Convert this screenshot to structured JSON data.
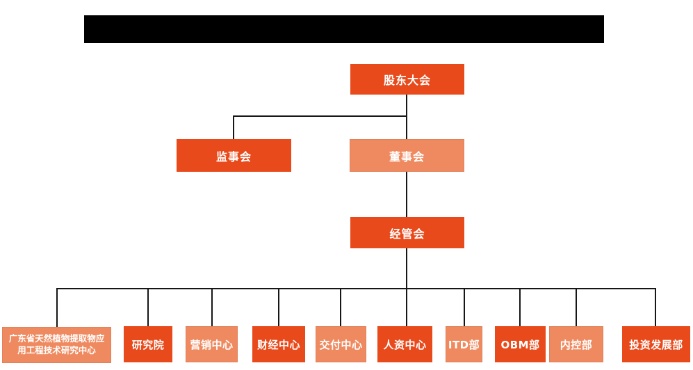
{
  "colors": {
    "dark_orange": "#E84A1B",
    "light_orange": "#EF8A60",
    "line_color": "#161616",
    "text_color": "#FFFFFF"
  },
  "org_chart": {
    "root": {
      "label": "股东大会",
      "variant": "dark"
    },
    "level2": [
      {
        "label": "监事会",
        "variant": "dark"
      },
      {
        "label": "董事会",
        "variant": "light"
      }
    ],
    "level3": {
      "label": "经管会",
      "variant": "dark"
    },
    "departments": [
      {
        "label": "广东省天然植物提取物应用工程技术研究中心",
        "variant": "light"
      },
      {
        "label": "研究院",
        "variant": "dark"
      },
      {
        "label": "营销中心",
        "variant": "light"
      },
      {
        "label": "财经中心",
        "variant": "dark"
      },
      {
        "label": "交付中心",
        "variant": "light"
      },
      {
        "label": "人资中心",
        "variant": "dark"
      },
      {
        "label": "ITD部",
        "variant": "light"
      },
      {
        "label": "OBM部",
        "variant": "dark"
      },
      {
        "label": "内控部",
        "variant": "light"
      },
      {
        "label": "投资发展部",
        "variant": "dark"
      }
    ]
  }
}
